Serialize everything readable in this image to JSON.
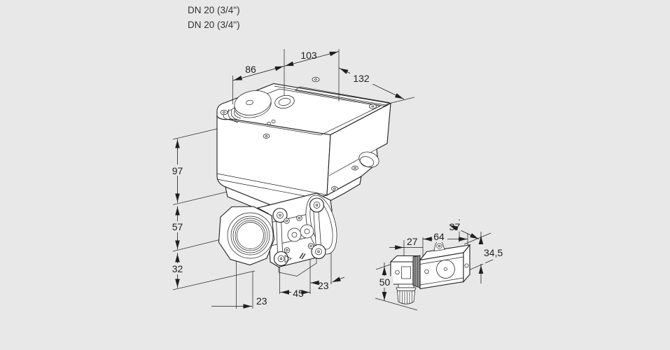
{
  "colors": {
    "background": "#e8e8e8",
    "line": "#1f1f1f",
    "part_fill": "#ffffff",
    "seal_fill": "#8f8f8f"
  },
  "labels": {
    "dn_top": "DN 20 (3/4\")",
    "dn_bottom": "DN 20 (3/4\")"
  },
  "main_view": {
    "dims": {
      "width_left": "86",
      "width_right": "103",
      "width_total": "132",
      "height_upper": "97",
      "height_middle": "57",
      "height_lower": "32",
      "bottom_left": "23",
      "bottom_center": "45",
      "bottom_right": "23"
    }
  },
  "detail_view": {
    "dims": {
      "width_plug": "27",
      "length_body": "64",
      "depth_body": "37",
      "height_body": "34,5",
      "height_plug": "50"
    }
  }
}
